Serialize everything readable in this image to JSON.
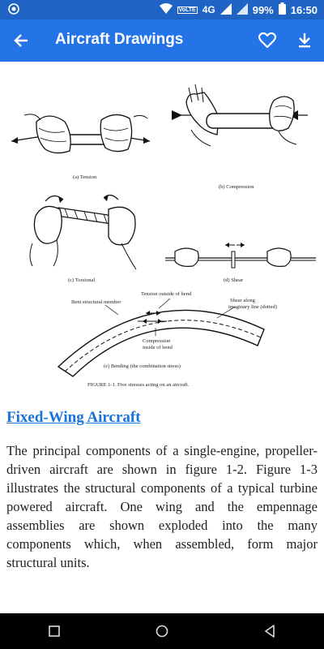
{
  "status": {
    "time": "16:50",
    "battery": "99%",
    "network": "4G",
    "volte": "VoLTE"
  },
  "appbar": {
    "title": "Aircraft Drawings",
    "icons": [
      "back-arrow-icon",
      "heart-outline-icon",
      "download-icon"
    ]
  },
  "figure": {
    "captions": {
      "tension": "(a) Tension",
      "compression": "(b) Compression",
      "torsional": "(c) Torsional",
      "shear": "(d) Shear",
      "bending": "(e) Bending (the combination stress)"
    },
    "labels": {
      "tension_outside": "Tension outside of bend",
      "bent_member": "Bent structural member",
      "shear_along": "Shear along",
      "imaginary_line": "imaginary line (dotted)",
      "compression_inside_1": "Compression",
      "compression_inside_2": "inside of bend"
    },
    "figure_caption": "FIGURE 1-1. Five stresses acting on an aircraft."
  },
  "article": {
    "heading": "Fixed-Wing Aircraft",
    "paragraph": "The principal components of a single-engine, propeller-driven aircraft are shown in figure 1-2. Figure 1-3 illustrates the structural components of a typical turbine powered aircraft. One wing and the empennage assemblies are shown exploded into the many components which, when assembled, form major structural units."
  },
  "navbar": {
    "icons": [
      "recent-apps-icon",
      "home-icon",
      "back-icon"
    ]
  }
}
